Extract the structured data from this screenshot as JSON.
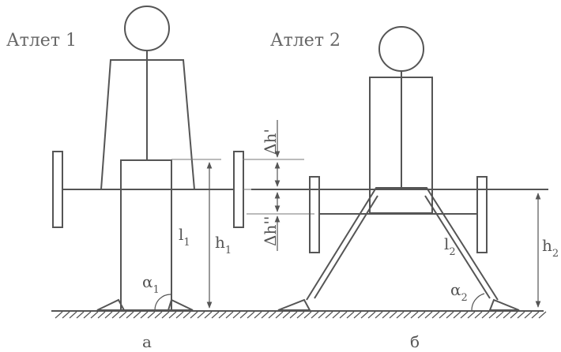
{
  "figure": {
    "athlete1_title": "Атлет 1",
    "athlete2_title": "Атлет 2",
    "caption_a": "а",
    "caption_b": "б",
    "labels": {
      "l1": {
        "base": "l",
        "sub": "1"
      },
      "h1": {
        "base": "h",
        "sub": "1"
      },
      "alpha1": {
        "base": "α",
        "sub": "1"
      },
      "l2": {
        "base": "l",
        "sub": "2"
      },
      "h2": {
        "base": "h",
        "sub": "2"
      },
      "alpha2": {
        "base": "α",
        "sub": "2"
      },
      "dh_prime": "Δh'",
      "dh_double_prime": "Δh''"
    }
  }
}
